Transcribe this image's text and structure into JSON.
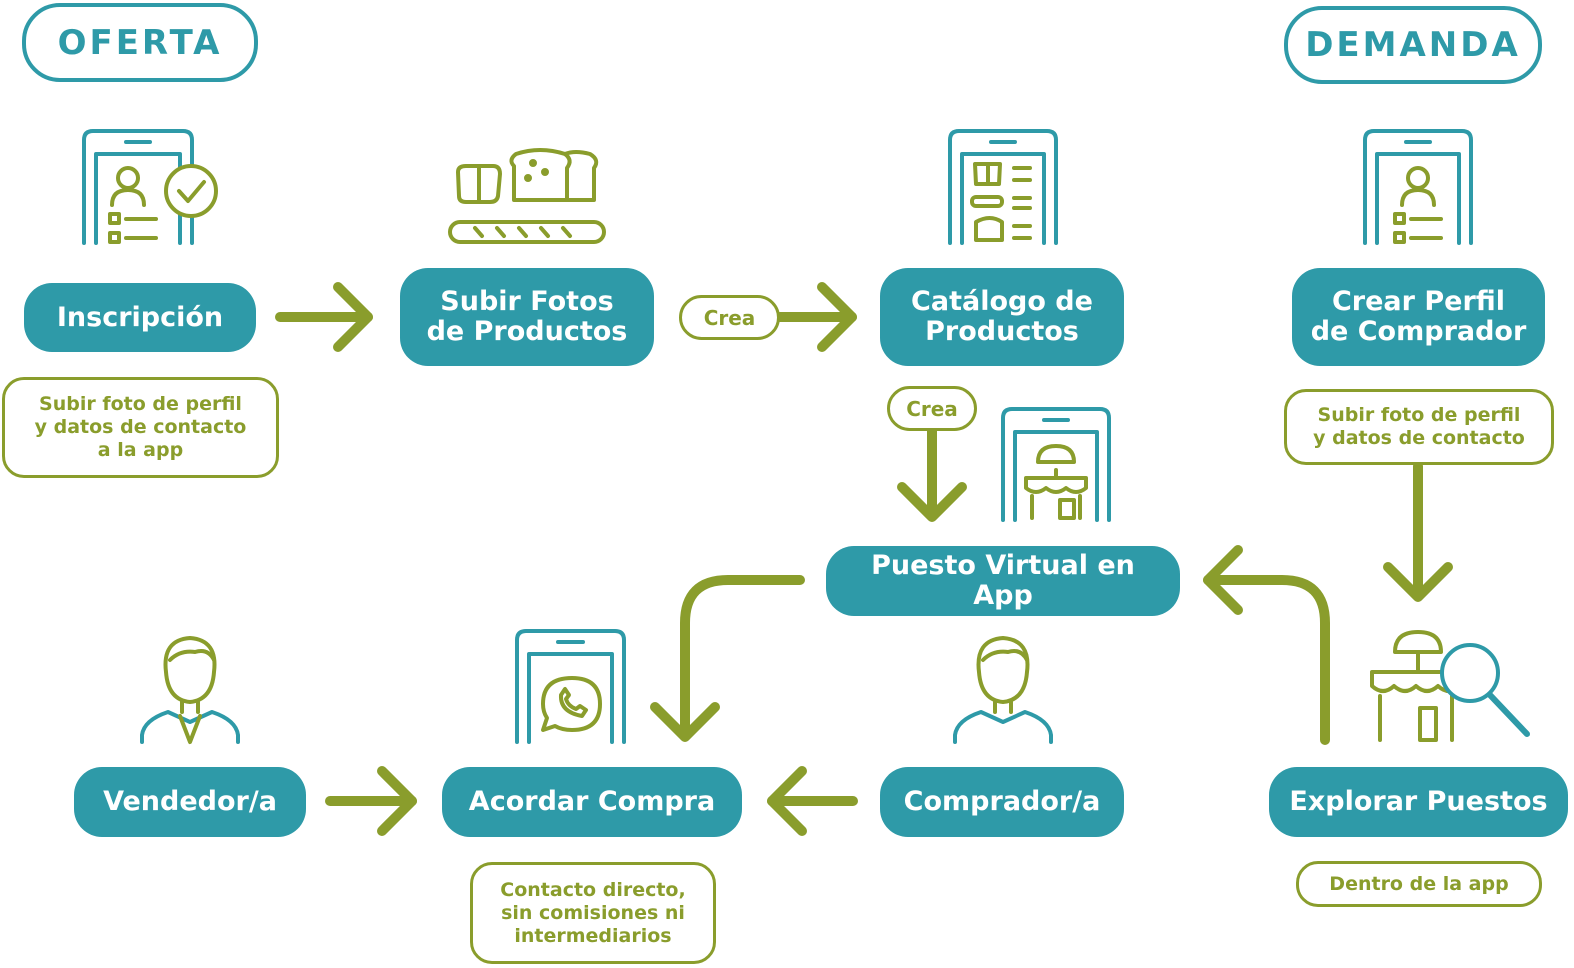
{
  "headers": {
    "oferta": "OFERTA",
    "demanda": "DEMANDA"
  },
  "steps": {
    "inscripcion": "Inscripción",
    "subir_fotos": "Subir Fotos\nde Productos",
    "catalogo": "Catálogo de\nProductos",
    "crear_perfil": "Crear Perfil\nde Comprador",
    "puesto_virtual": "Puesto Virtual en App",
    "vendedor": "Vendedor/a",
    "acordar_compra": "Acordar Compra",
    "comprador": "Comprador/a",
    "explorar": "Explorar Puestos"
  },
  "notes": {
    "inscripcion_note": "Subir foto de perfil\ny datos de contacto\na la app",
    "crear_perfil_note": "Subir foto de perfil\ny datos de contacto",
    "acordar_note": "Contacto directo,\nsin comisiones ni\nintermediarios",
    "explorar_note": "Dentro de la app"
  },
  "connector_labels": {
    "crea_1": "Crea",
    "crea_2": "Crea"
  },
  "icons": [
    "phone-profile-check-icon",
    "bread-products-icon",
    "phone-catalog-icon",
    "phone-profile-icon",
    "phone-market-stall-icon",
    "seller-person-icon",
    "phone-whatsapp-icon",
    "buyer-person-icon",
    "market-search-icon"
  ],
  "colors": {
    "teal": "#2e9aa8",
    "olive": "#8a9d2c",
    "white": "#ffffff"
  }
}
